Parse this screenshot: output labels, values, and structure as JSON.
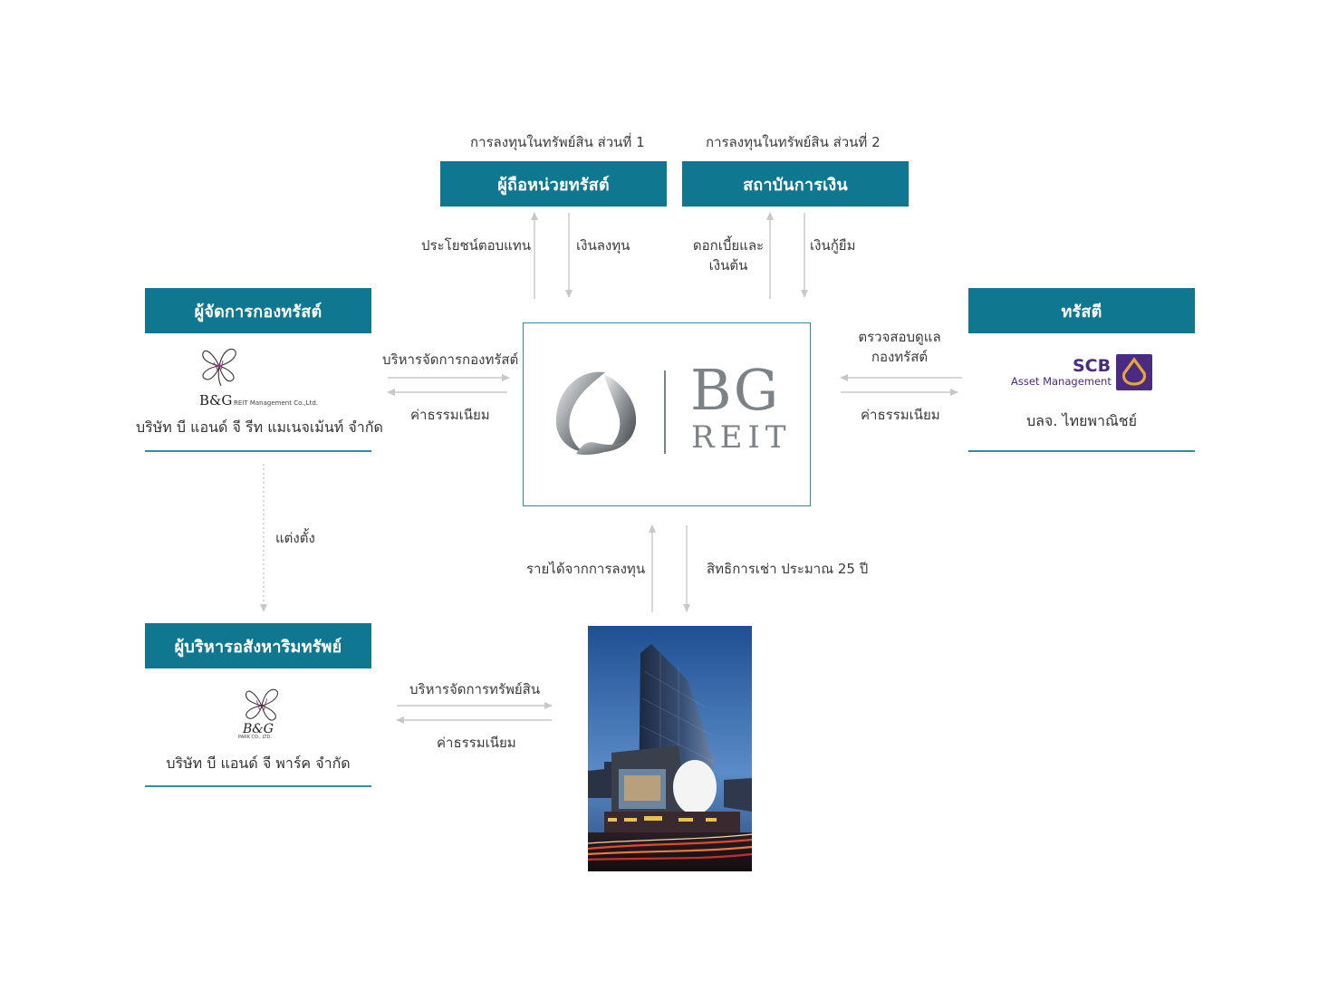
{
  "top_labels": {
    "part1": "การลงทุนในทรัพย์สิน ส่วนที่ 1",
    "part2": "การลงทุนในทรัพย์สิน ส่วนที่ 2"
  },
  "boxes": {
    "unitholders": "ผู้ถือหน่วยทรัสต์",
    "financial_institution": "สถาบันการเงิน",
    "reit_manager": "ผู้จัดการกองทรัสต์",
    "trustee": "ทรัสตี",
    "property_manager": "ผู้บริหารอสังหาริมทรัพย์"
  },
  "flows": {
    "benefits": "ประโยชน์ตอบแทน",
    "investment": "เงินลงทุน",
    "interest_line1": "ดอกเบี้ยและ",
    "interest_line2": "เงินต้น",
    "loan": "เงินกู้ยืม",
    "manage_trust": "บริหารจัดการกองทรัสต์",
    "fee_left": "ค่าธรรมเนียม",
    "monitor_line1": "ตรวจสอบดูแล",
    "monitor_line2": "กองทรัสต์",
    "fee_right": "ค่าธรรมเนียม",
    "appoint": "แต่งตั้ง",
    "investment_income": "รายได้จากการลงทุน",
    "lease_rights": "สิทธิการเช่า ประมาณ 25 ปี",
    "manage_assets": "บริหารจัดการทรัพย์สิน",
    "fee_bottom": "ค่าธรรมเนียม"
  },
  "companies": {
    "reit_manager_name": "บริษัท บี แอนด์ จี รีท แมเนจเม้นท์ จำกัด",
    "reit_manager_logo_text": "B&G",
    "reit_manager_logo_sub": "REIT Management Co.,Ltd.",
    "trustee_name": "บลจ. ไทยพาณิชย์",
    "trustee_logo_main": "SCB",
    "trustee_logo_sub": "Asset Management",
    "property_manager_name": "บริษัท บี แอนด์ จี พาร์ค จำกัด",
    "property_manager_logo_text": "B&G",
    "property_manager_logo_sub": "PARK CO., LTD."
  },
  "center_logo": {
    "word1": "BG",
    "word2": "REIT"
  },
  "colors": {
    "box_teal": "#0f7790",
    "rule_teal": "#2f8ea3",
    "arrow_gray": "#c8c8c8",
    "scb_purple": "#4b2a82",
    "scb_gold": "#e2a63a"
  },
  "icons": {
    "bg_flower": "orchid-logo-icon",
    "scb_emblem": "scb-emblem-icon",
    "reit_swirl": "triangular-swirl-logo-icon"
  }
}
